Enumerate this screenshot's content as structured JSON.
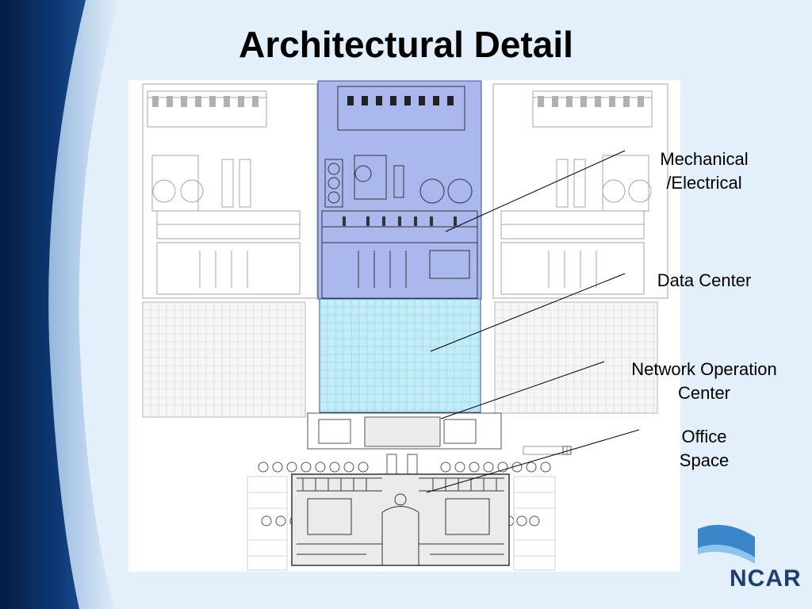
{
  "slide": {
    "title": "Architectural Detail"
  },
  "labels": {
    "mechanical": [
      "Mechanical",
      "/Electrical"
    ],
    "data_center": [
      "Data Center"
    ],
    "network": [
      "Network Operation",
      "Center"
    ],
    "office": [
      "Office",
      "Space"
    ]
  },
  "logo": {
    "text": "NCAR"
  },
  "colors": {
    "background": "#e3effa",
    "left_band_dark": "#0a2a5e",
    "left_band_light": "#5a8ec8",
    "mechanical_highlight": "#aab8ee",
    "data_center_highlight": "#c2ecf8",
    "office_highlight": "#ebebeb",
    "plan_line": "#9a9a9a"
  }
}
